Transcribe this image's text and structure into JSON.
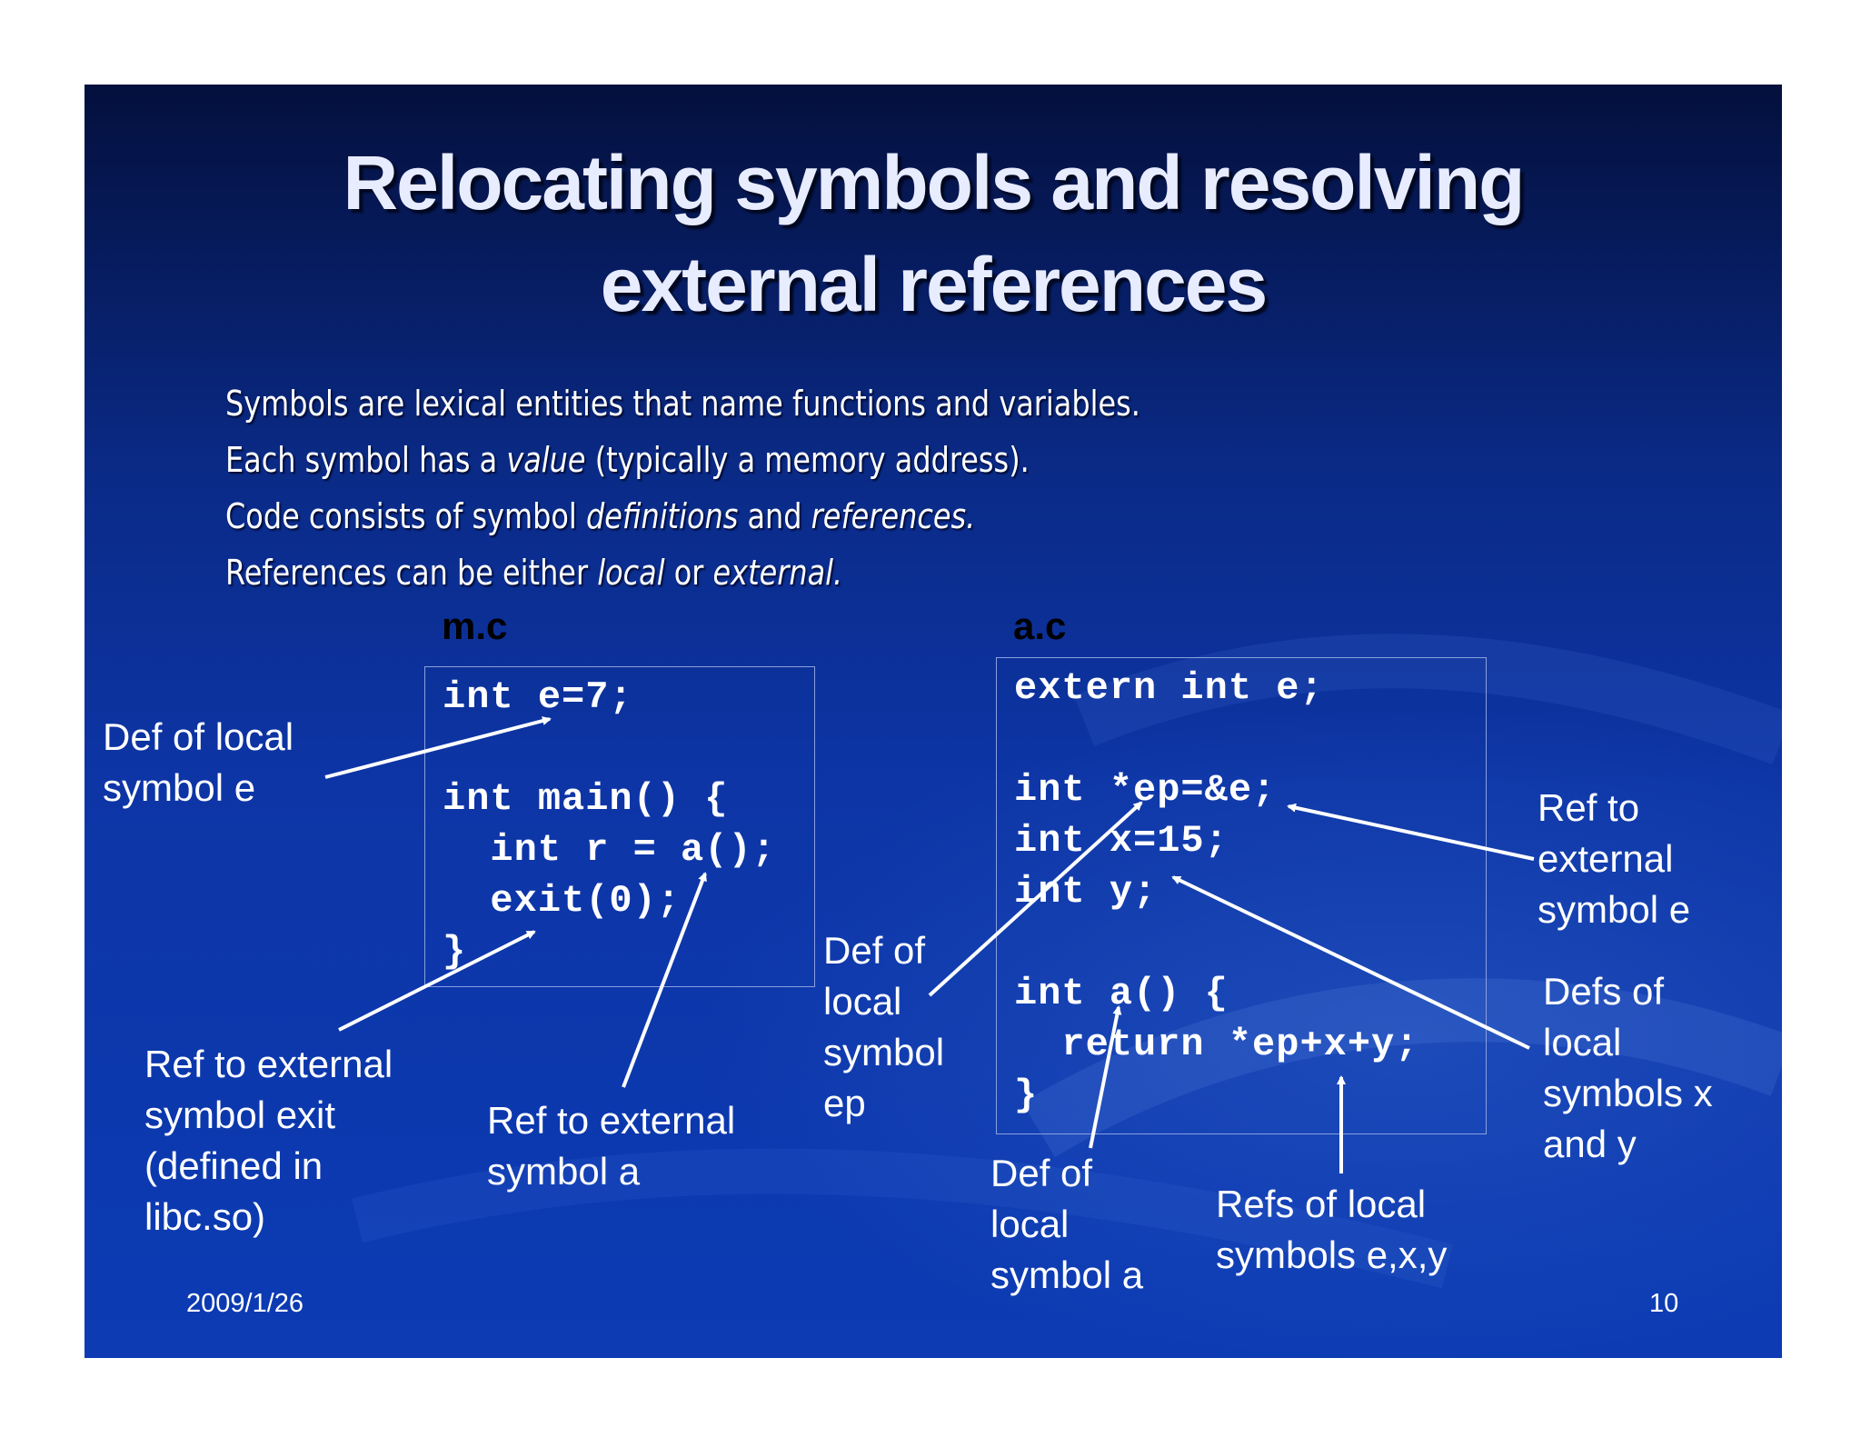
{
  "slide": {
    "title_line1": "Relocating symbols and resolving",
    "title_line2": "external references",
    "bullets": [
      {
        "parts": [
          "Symbols are lexical entities that name functions and variables."
        ]
      },
      {
        "a": "Each symbol has a ",
        "i1": "value",
        "b": " (typically a memory address)."
      },
      {
        "a": "Code consists of symbol ",
        "i1": "definitions",
        "b": " and ",
        "i2": "references."
      },
      {
        "a": "References can be either ",
        "i1": "local",
        "b": " or ",
        "i2": "external."
      }
    ],
    "bullet1": "Symbols are lexical entities that name functions and variables.",
    "footer_date": "2009/1/26",
    "footer_page": "10"
  },
  "mc": {
    "label": "m.c",
    "lines": [
      "int e=7;",
      "",
      "int main() {",
      "  int r = a();",
      "  exit(0);",
      "}"
    ]
  },
  "ac": {
    "label": "a.c",
    "lines": [
      "extern int e;",
      "",
      "int *ep=&e;",
      "int x=15;",
      "int y;",
      "",
      "int a() {",
      "  return *ep+x+y;",
      "}"
    ]
  },
  "annotations": {
    "def_local_e": [
      "Def of local",
      "symbol e"
    ],
    "ref_ext_exit": [
      "Ref to external",
      "symbol exit",
      "(defined in",
      "libc.so)"
    ],
    "ref_ext_a": [
      "Ref to external",
      "symbol a"
    ],
    "def_local_ep": [
      "Def of",
      "local",
      "symbol",
      "ep"
    ],
    "def_local_a": [
      "Def of",
      "local",
      "symbol a"
    ],
    "refs_local_exy": [
      "Refs of local",
      "symbols e,x,y"
    ],
    "ref_ext_e": [
      "Ref to",
      "external",
      "symbol e"
    ],
    "defs_local_xy": [
      "Defs of",
      "local",
      "symbols x",
      "and y"
    ]
  },
  "colors": {
    "background_top": "#04103d",
    "background_bottom": "#0c3bb4",
    "title": "#e8ecff",
    "text": "#ffffff",
    "file_label": "#000000"
  }
}
